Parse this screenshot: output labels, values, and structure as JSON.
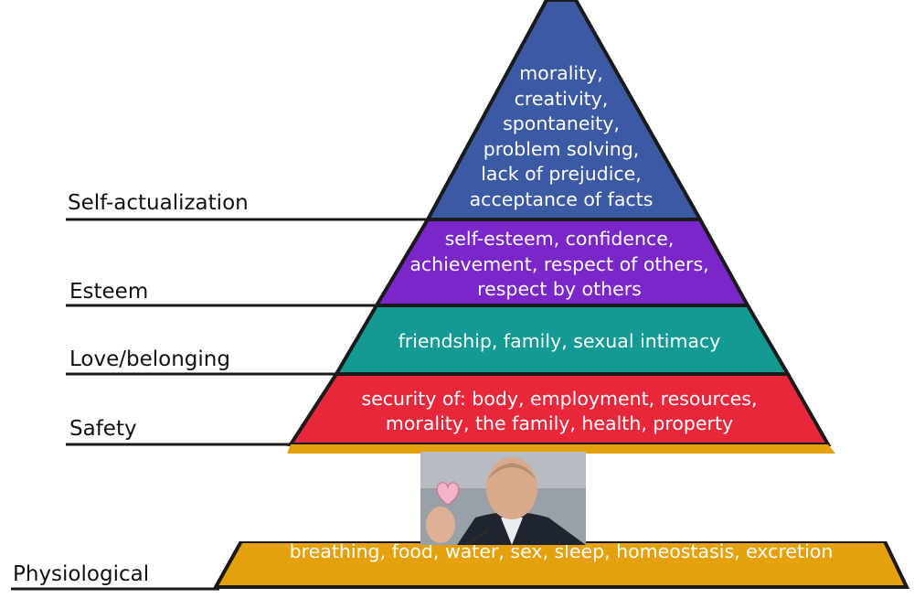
{
  "levels": {
    "self_actualization": {
      "label": "Self-actualization",
      "lines": [
        "morality,",
        "creativity,",
        "spontaneity,",
        "problem solving,",
        "lack of prejudice,",
        "acceptance of facts"
      ]
    },
    "esteem": {
      "label": "Esteem",
      "lines": [
        "self-esteem, confidence,",
        "achievement, respect of others,",
        "respect by others"
      ]
    },
    "love_belonging": {
      "label": "Love/belonging",
      "lines": [
        "friendship, family, sexual intimacy"
      ]
    },
    "safety": {
      "label": "Safety",
      "lines": [
        "security of: body, employment, resources,",
        "morality, the family, health, property"
      ]
    },
    "physiological": {
      "label": "Physiological",
      "lines": [
        "breathing, food, water, sex, sleep, homeostasis, excretion"
      ]
    }
  },
  "colors": {
    "self_actualization": "#3b5aa3",
    "esteem": "#7b26c9",
    "love_belonging": "#139a94",
    "safety": "#e8283a",
    "physiological": "#e5a10b",
    "outline": "#1a1a1a"
  },
  "photo": {
    "description_icon": "man-holding-heart-card-photo"
  }
}
